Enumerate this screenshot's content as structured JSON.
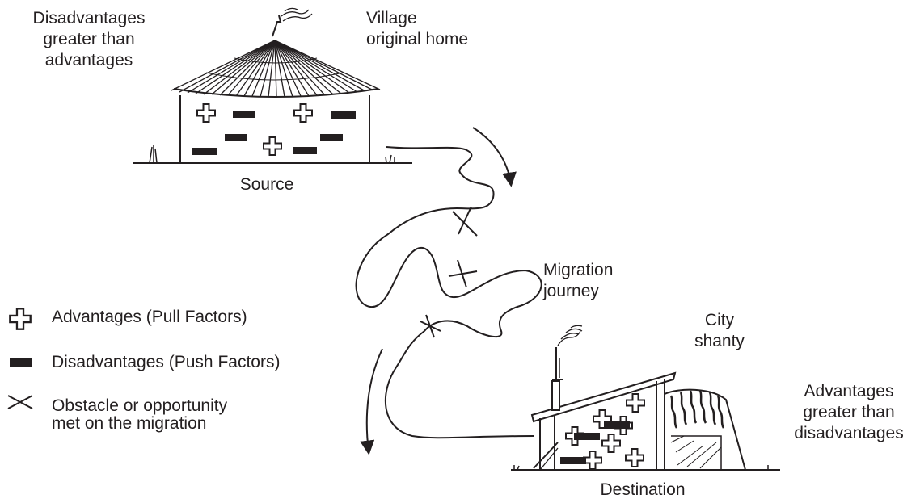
{
  "source": {
    "annotation": [
      "Disadvantages",
      "greater than",
      "advantages"
    ],
    "place": [
      "Village",
      "original home"
    ],
    "label": "Source"
  },
  "journey": {
    "label": [
      "Migration",
      "journey"
    ]
  },
  "destination": {
    "place": [
      "City",
      "shanty"
    ],
    "annotation": [
      "Advantages",
      "greater than",
      "disadvantages"
    ],
    "label": "Destination"
  },
  "legend": [
    {
      "icon": "plus-outline-icon",
      "text": [
        "Advantages (Pull Factors)"
      ]
    },
    {
      "icon": "minus-bar-icon",
      "text": [
        "Disadvantages (Push Factors)"
      ]
    },
    {
      "icon": "cross-icon",
      "text": [
        "Obstacle or opportunity",
        "met on the migration"
      ]
    }
  ],
  "colors": {
    "ink": "#231f20",
    "background": "#ffffff"
  }
}
